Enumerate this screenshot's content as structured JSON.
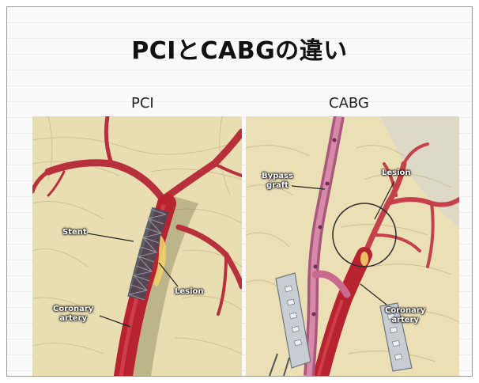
{
  "title": "PCIとCABGの違い",
  "panels": {
    "pci": {
      "label": "PCI",
      "annotations": {
        "stent": "Stent",
        "lesion": "Lesion",
        "coronary_line1": "Coronary",
        "coronary_line2": "artery"
      }
    },
    "cabg": {
      "label": "CABG",
      "annotations": {
        "bypass_line1": "Bypass",
        "bypass_line2": "graft",
        "lesion": "Lesion",
        "coronary_line1": "Coronary",
        "coronary_line2": "artery"
      }
    }
  },
  "colors": {
    "artery": "#c0283a",
    "tissue": "#e8dcb0",
    "graft": "#c86a8c"
  }
}
